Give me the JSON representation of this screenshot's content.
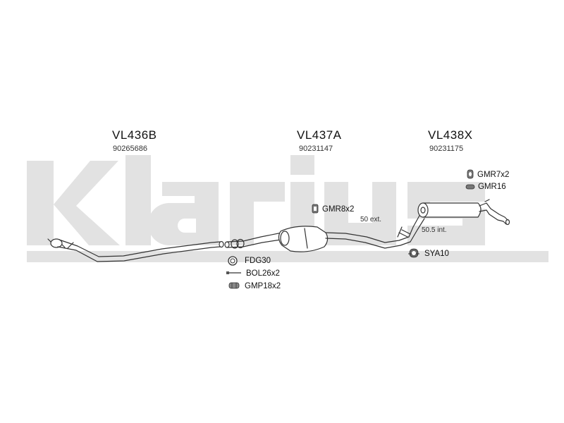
{
  "brand": {
    "watermark": "Klarius"
  },
  "sections": [
    {
      "code": "VL436B",
      "number": "90265686"
    },
    {
      "code": "VL437A",
      "number": "90231147"
    },
    {
      "code": "VL438X",
      "number": "90231175"
    }
  ],
  "parts": {
    "fdg": "FDG30",
    "bol": "BOL26x2",
    "gmp": "GMP18x2",
    "gmr8": "GMR8x2",
    "gmr7": "GMR7x2",
    "gmr16": "GMR16",
    "sya": "SYA10"
  },
  "dimensions": {
    "ext": "50 ext.",
    "int": "50.5 int."
  },
  "colors": {
    "watermark": "#e2e2e2",
    "line": "#333333",
    "fill": "#ffffff"
  }
}
